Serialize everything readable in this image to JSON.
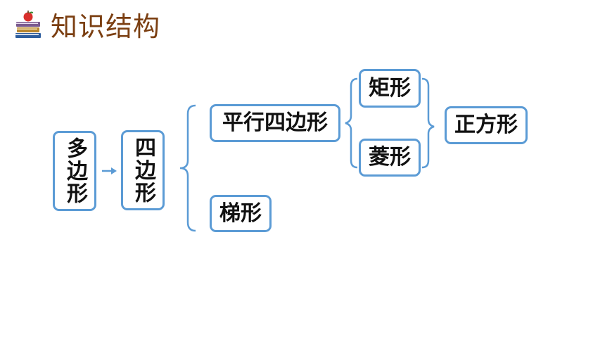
{
  "header": {
    "title": "知识结构",
    "icon": "book-stack-apple-icon"
  },
  "diagram": {
    "nodes": {
      "polygon": "多边形",
      "quadrilateral": "四边形",
      "parallelogram": "平行四边形",
      "trapezoid": "梯形",
      "rectangle": "矩形",
      "rhombus": "菱形",
      "square": "正方形"
    },
    "edges": [
      [
        "polygon",
        "quadrilateral"
      ],
      [
        "quadrilateral",
        "parallelogram"
      ],
      [
        "quadrilateral",
        "trapezoid"
      ],
      [
        "parallelogram",
        "rectangle"
      ],
      [
        "parallelogram",
        "rhombus"
      ],
      [
        "rectangle",
        "square"
      ],
      [
        "rhombus",
        "square"
      ]
    ]
  },
  "colors": {
    "title": "#7B3F12",
    "node_border": "#5B9BD5",
    "connector": "#5B9BD5"
  }
}
